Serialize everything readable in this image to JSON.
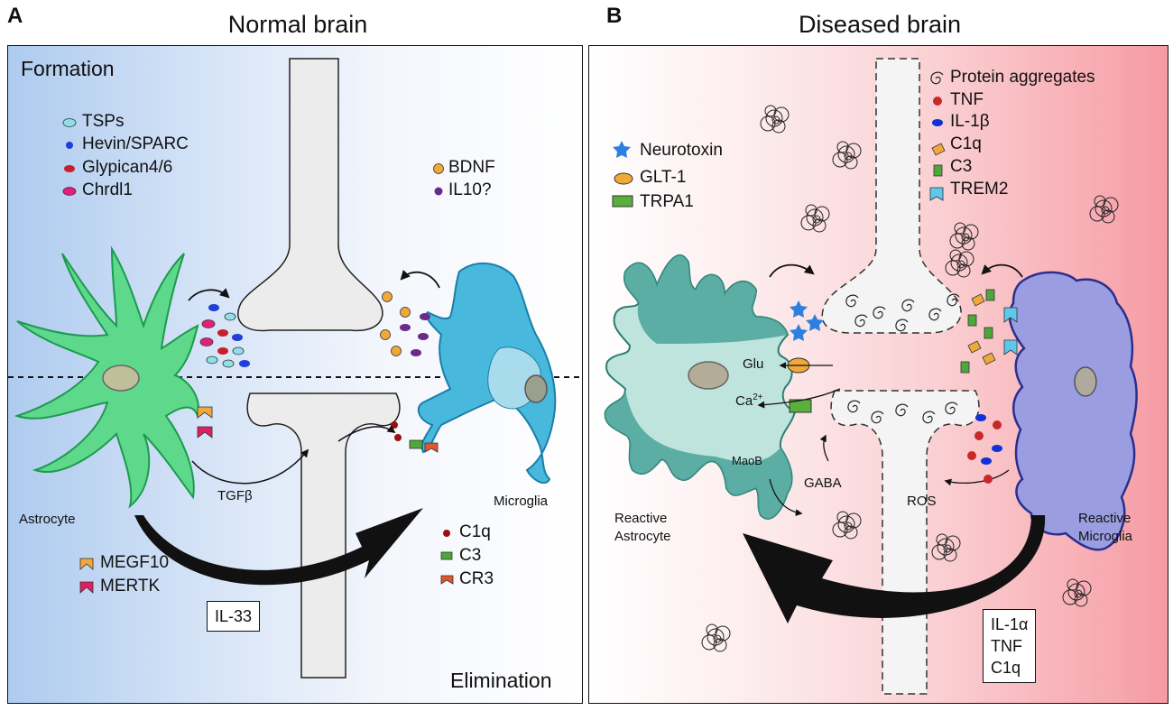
{
  "panel_a": {
    "letter": "A",
    "title": "Normal brain",
    "formation_label": "Formation",
    "elimination_label": "Elimination",
    "formation_legend": [
      "TSPs",
      "Hevin/SPARC",
      "Glypican4/6",
      "Chrdl1"
    ],
    "microglia_legend": [
      "BDNF",
      "IL10?"
    ],
    "astrocyte_receptor_legend": [
      "MEGF10",
      "MERTK"
    ],
    "elimination_legend": [
      "C1q",
      "C3",
      "CR3"
    ],
    "astrocyte_label": "Astrocyte",
    "microglia_label": "Microglia",
    "tgfb_label": "TGFβ",
    "il33_label": "IL-33"
  },
  "panel_b": {
    "letter": "B",
    "title": "Diseased brain",
    "astro_legend": [
      "Neurotoxin",
      "GLT-1",
      "TRPA1"
    ],
    "micro_legend": [
      "Protein aggregates",
      "TNF",
      "IL-1β",
      "C1q",
      "C3",
      "TREM2"
    ],
    "glu_label": "Glu",
    "ca_label": "Ca",
    "ca_sup": "2+",
    "maob_label": "MaoB",
    "gaba_label": "GABA",
    "ros_label": "ROS",
    "reactive_astrocyte_label": [
      "Reactive",
      "Astrocyte"
    ],
    "reactive_microglia_label": [
      "Reactive",
      "Microglia"
    ],
    "cytokine_box": [
      "IL-1α",
      "TNF",
      "C1q"
    ]
  },
  "colors": {
    "astrocyte": "#5ed88a",
    "reactive_astrocyte": "#4aa49a",
    "microglia": "#48b8dc",
    "reactive_microglia": "#9a9ee0",
    "tsp": "#8ee0e8",
    "hevin": "#1f3fd6",
    "glypican": "#c81e2e",
    "chrdl1": "#e2207a",
    "bdnf": "#f0a83a",
    "il10": "#6a2a8a",
    "megf10": "#f0a83a",
    "mertk": "#e0205e",
    "c1q": "#9a1010",
    "c3": "#4fa63a",
    "cr3": "#e2582a",
    "neurotoxin": "#2f7fe0",
    "glt1": "#f0a83a",
    "trpa1": "#59b03a",
    "tnf": "#c82828",
    "il1b": "#1030d8",
    "trem2": "#5ec8ec"
  },
  "icons": [
    "star-icon",
    "spiral-icon",
    "aggregate-icon",
    "ellipse-icon",
    "receptor-icon",
    "arrow-icon"
  ]
}
